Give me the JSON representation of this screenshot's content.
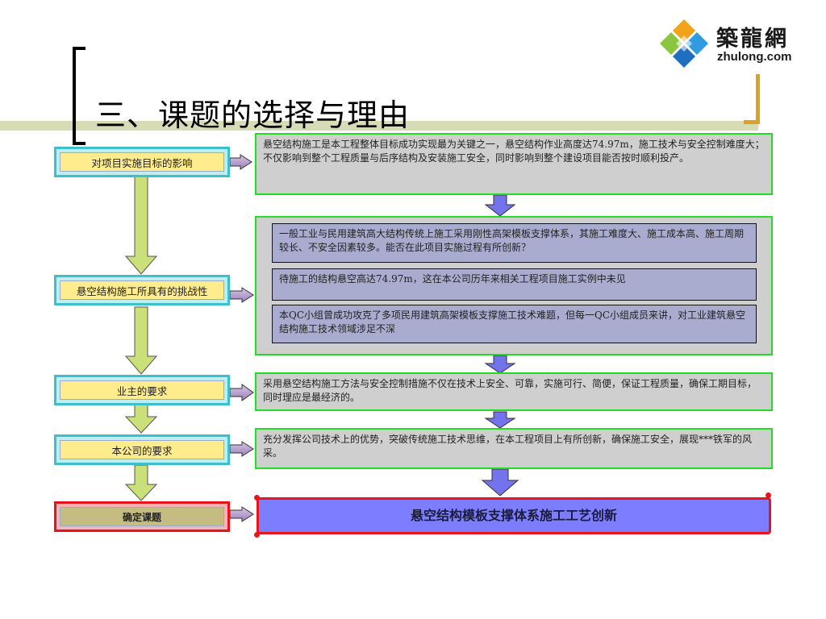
{
  "title": "三、课题的选择与理由",
  "logo": {
    "cn": "築龍網",
    "en": "zhulong.com"
  },
  "labels": {
    "impact": "对项目实施目标的影响",
    "challenge": "悬空结构施工所具有的挑战性",
    "owner": "业主的要求",
    "company": "本公司的要求",
    "decide": "确定课题"
  },
  "boxes": {
    "impact": "悬空结构施工是本工程整体目标成功实现最为关键之一，悬空结构作业高度达74.97m，施工技术与安全控制难度大；不仅影响到整个工程质量与后序结构及安装施工安全，同时影响到整个建设项目能否按时顺利投产。",
    "challenge_1": "一般工业与民用建筑高大结构传统上施工采用刚性高架模板支撑体系，其施工难度大、施工成本高、施工周期较长、不安全因素较多。能否在此项目实施过程有所创新？",
    "challenge_2": "待施工的结构悬空高达74.97m，这在本公司历年来相关工程项目施工实例中未见",
    "challenge_3": "本QC小组曾成功攻克了多项民用建筑高架模板支撑施工技术难题，但每一QC小组成员来讲，对工业建筑悬空结构施工技术领域涉足不深",
    "owner": "采用悬空结构施工方法与安全控制措施不仅在技术上安全、可靠，实施可行、简便，保证工程质量，确保工期目标，同时理应是最经济的。",
    "company": "充分发挥公司技术上的优势，突破传统施工技术思维，在本工程项目上有所创新，确保施工安全，展现***铁军的风采。",
    "result": "悬空结构模板支撑体系施工工艺创新"
  },
  "colors": {
    "label_border": "#3ec0cc",
    "label_fill": "#ffec8c",
    "box_border": "#22dd22",
    "box_fill": "#cfcfcf",
    "sub_fill": "#a9accf",
    "down_arrow_green": "#cce07a",
    "down_arrow_blue": "#7373ee",
    "final_border": "#e8141a",
    "final_fill": "#7d7dff"
  }
}
